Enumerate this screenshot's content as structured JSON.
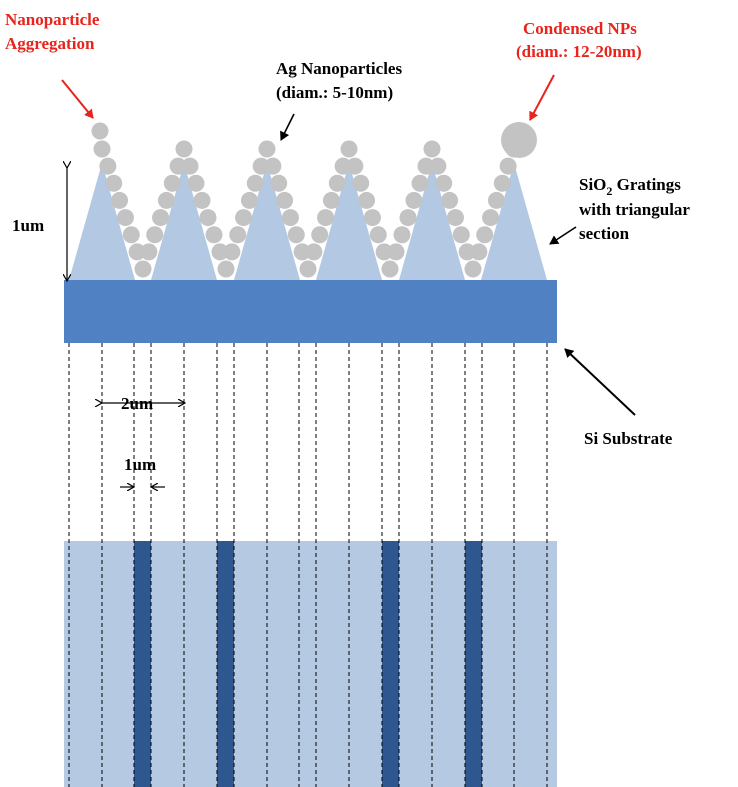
{
  "labels": {
    "nanoparticle_aggregation": [
      "Nanoparticle",
      "Aggregation"
    ],
    "condensed_nps": [
      "Condensed NPs",
      "(diam.: 12-20nm)"
    ],
    "ag_nanoparticles": [
      "Ag Nanoparticles",
      "(diam.: 5-10nm)"
    ],
    "sio2_gratings": {
      "line1_prefix": "SiO",
      "line1_subscript": "2",
      "line1_suffix": " Gratings",
      "line2": "with triangular",
      "line3": "section"
    },
    "height": "1um",
    "si_substrate": "Si Substrate",
    "period": "2um",
    "gap": "1um"
  },
  "colors": {
    "grating": "#b3c8e3",
    "substrate": "#4f81c3",
    "bottom_light": "#b5c9e3",
    "bottom_dark": "#2e578f",
    "particle": "#c3c3c3",
    "annotation_red": "#e8241c"
  }
}
